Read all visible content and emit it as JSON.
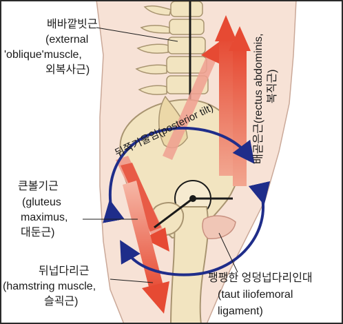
{
  "colors": {
    "bone": "#f2e4c0",
    "bone_dark": "#c8b48a",
    "skin": "#f4d8c8",
    "muscle_red": "#e64a33",
    "muscle_pink": "#f0a090",
    "tilt_arrow": "#1f2d8a",
    "line": "#1a1a1a"
  },
  "labels": {
    "external_oblique": [
      "배바깥빗근",
      "(external",
      "'oblique'muscle,",
      "외복사근)"
    ],
    "rectus_abdominis": [
      "배곧은근(rectus abdominis,",
      "복직근)"
    ],
    "posterior_tilt": "뒤쪽기울임(posterior tilt)",
    "gluteus_maximus": [
      "큰볼기근",
      "(gluteus",
      "maximus,",
      "대둔근)"
    ],
    "hamstring": [
      "뒤넙다리근",
      "(hamstring muscle,",
      "슬괵근)"
    ],
    "iliofemoral": [
      "팽팽한 엉덩넙다리인대",
      "(taut iliofemoral",
      "ligament)"
    ]
  },
  "icons": {
    "tilt_arrow": "curved-arrow-icon",
    "muscle_arrow": "arrow-icon"
  }
}
